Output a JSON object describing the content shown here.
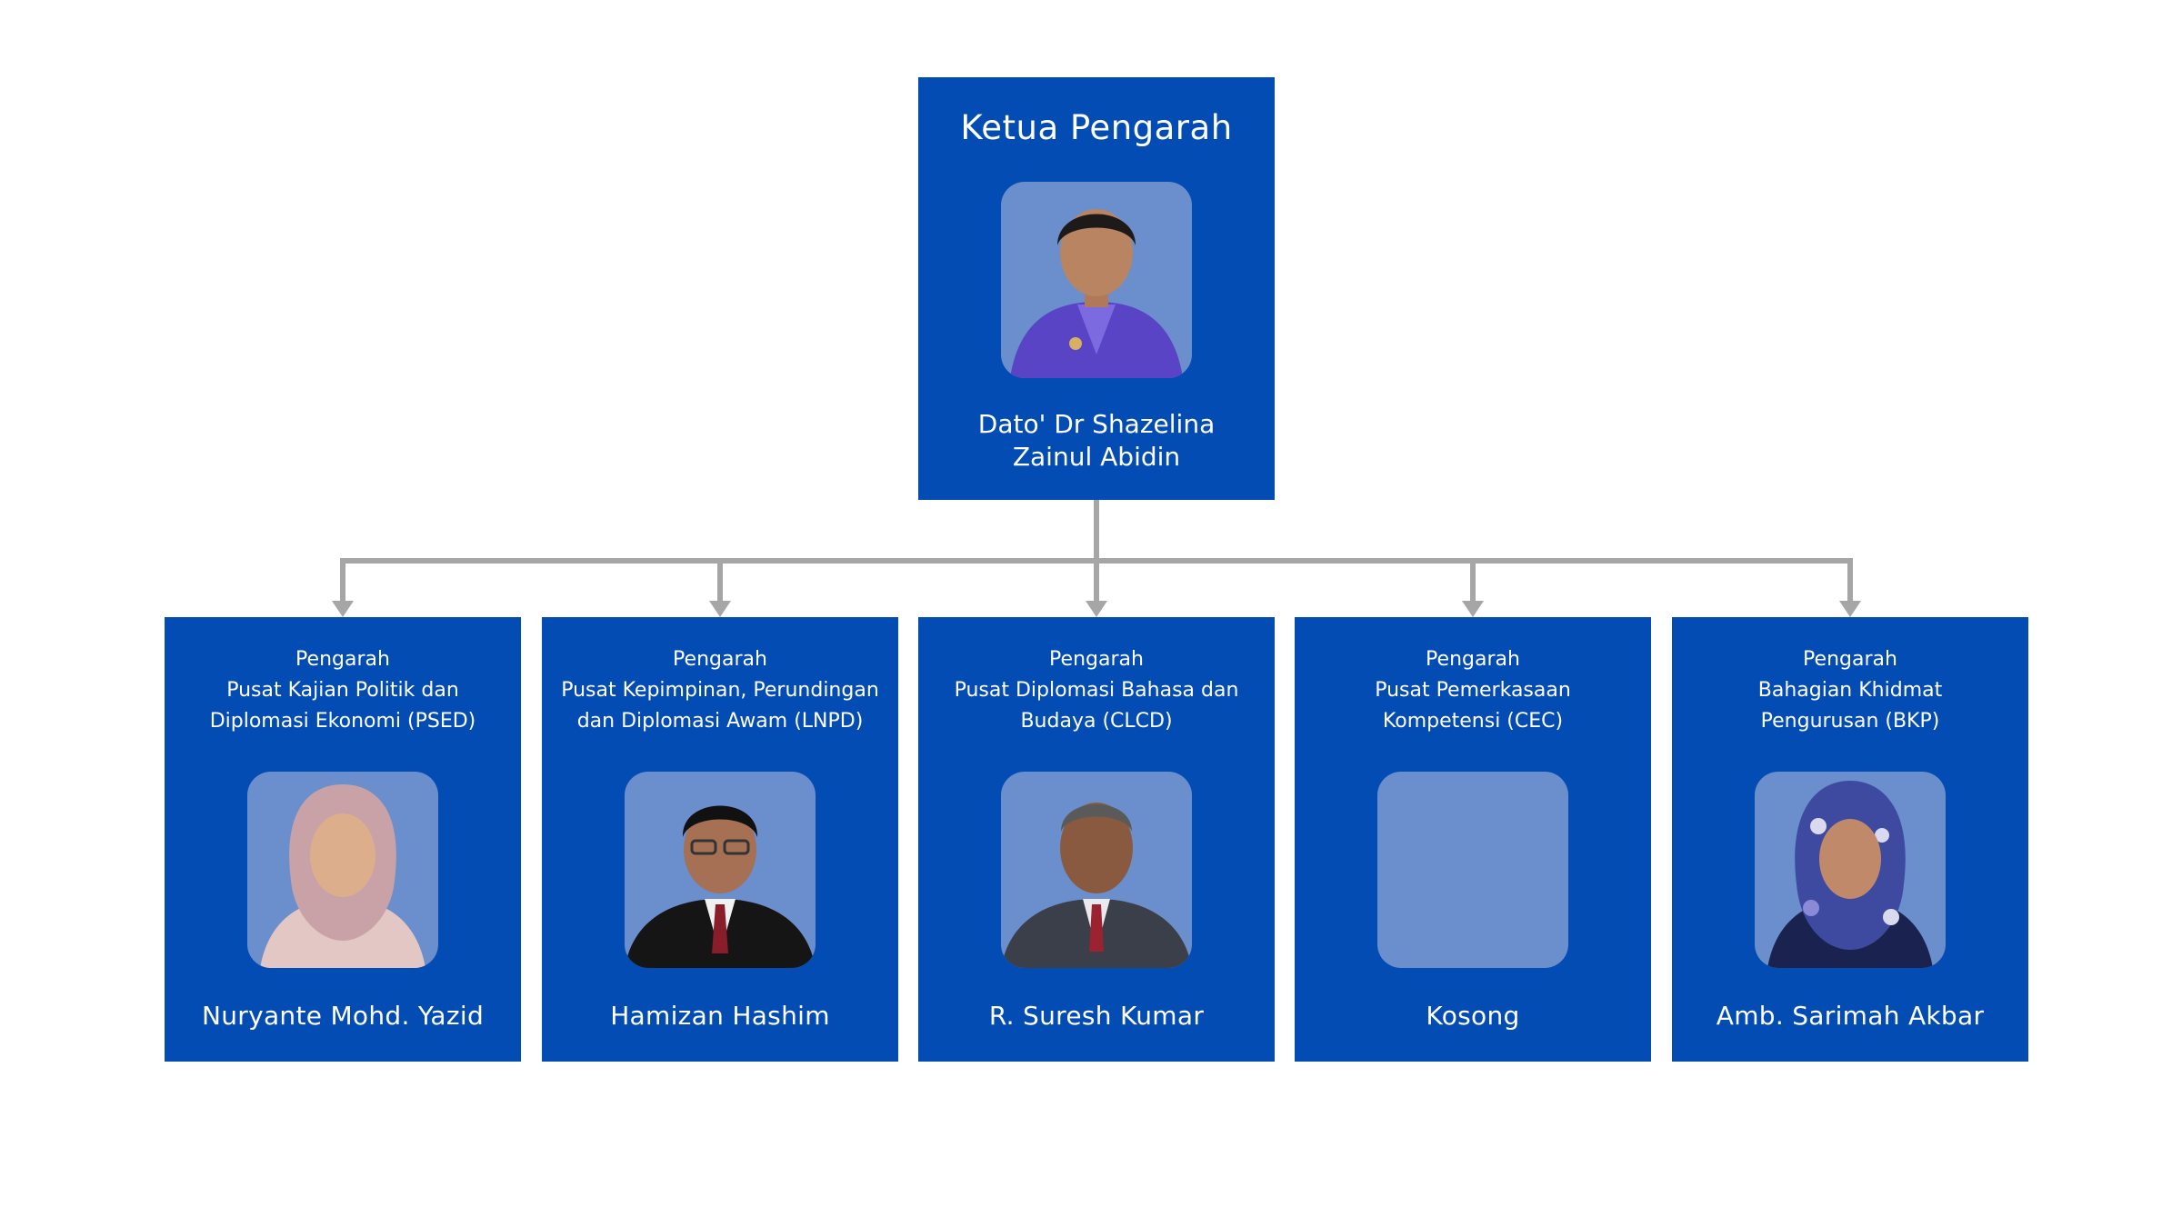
{
  "head": {
    "title": "Ketua Pengarah",
    "name_lines": [
      "Dato' Dr Shazelina",
      "Zainul Abidin"
    ],
    "photo": "portrait-woman-purple-suit"
  },
  "directors": [
    {
      "role_lines": [
        "Pengarah",
        "Pusat Kajian Politik dan",
        "Diplomasi Ekonomi (PSED)"
      ],
      "name": "Nuryante  Mohd. Yazid",
      "photo": "portrait-woman-pink-hijab"
    },
    {
      "role_lines": [
        "Pengarah",
        "Pusat Kepimpinan, Perundingan",
        "dan Diplomasi Awam (LNPD)"
      ],
      "name": "Hamizan Hashim",
      "photo": "portrait-man-glasses-dark-suit"
    },
    {
      "role_lines": [
        "Pengarah",
        "Pusat Diplomasi Bahasa dan",
        "Budaya (CLCD)"
      ],
      "name": "R. Suresh Kumar",
      "photo": "portrait-man-grey-suit"
    },
    {
      "role_lines": [
        "Pengarah",
        "Pusat Pemerkasaan",
        "Kompetensi (CEC)"
      ],
      "name": "Kosong",
      "photo": ""
    },
    {
      "role_lines": [
        "Pengarah",
        "Bahagian Khidmat",
        "Pengurusan (BKP)"
      ],
      "name": "Amb. Sarimah Akbar",
      "photo": "portrait-woman-floral-hijab"
    }
  ],
  "colors": {
    "card": "#034cb3",
    "photo_bg": "#6a8fcc",
    "connector": "#a6a6a6",
    "text": "#ffffff"
  }
}
